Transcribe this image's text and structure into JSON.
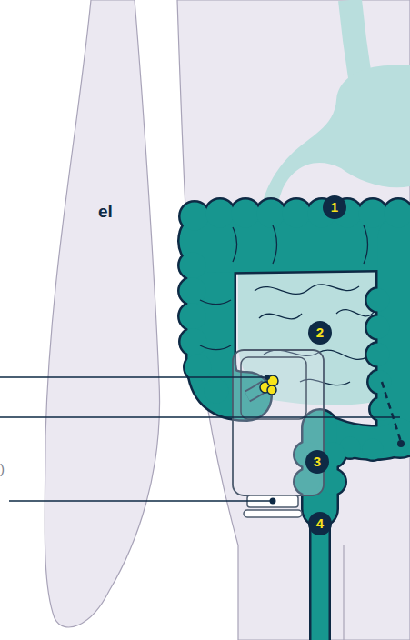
{
  "diagram": {
    "labels": [
      "el",
      "1",
      "2",
      "3",
      "4",
      ")"
    ]
  }
}
